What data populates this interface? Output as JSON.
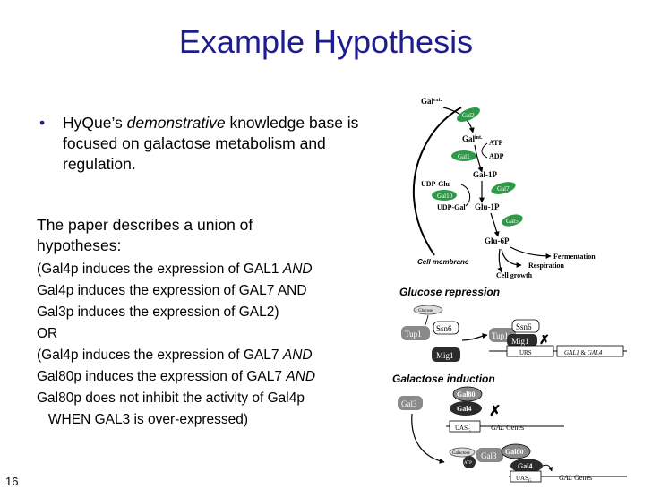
{
  "slide": {
    "title": "Example Hypothesis",
    "bullet": {
      "prefix": "HyQue’s ",
      "emph": "demonstrative",
      "rest": " knowledge base is focused on galactose metabolism and regulation."
    },
    "paper_line1": "The paper describes a union of",
    "paper_line2": "hypotheses:",
    "h1": {
      "text": "(Gal4p induces the expression of GAL1 ",
      "and": "AND"
    },
    "h2": " Gal4p induces the expression of GAL7 AND",
    "h3": " Gal3p induces the expression of GAL2)",
    "or": "OR",
    "h4": {
      "text": "(Gal4p induces the expression of GAL7 ",
      "and": "AND"
    },
    "h5": {
      "text": " Gal80p induces the expression of GAL7 ",
      "and": "AND"
    },
    "h6": " Gal80p does not inhibit the activity of Gal4p",
    "h7": "   WHEN GAL3 is over-expressed)",
    "slide_number": "16"
  },
  "diagram": {
    "gal_ext": "Gal",
    "gal_ext_sup": "ext.",
    "gal_int": "Gal",
    "gal_int_sup": "int.",
    "atp": "ATP",
    "adp": "ADP",
    "gal1p": "Gal-1P",
    "udp_glu": "UDP-Glu",
    "udp_gal": "UDP-Gal",
    "glu1p": "Glu-1P",
    "glu6p": "Glu-6P",
    "fermentation": "Fermentation",
    "respiration": "Respiration",
    "cell_growth": "Cell growth",
    "cell_membrane": "Cell membrane",
    "enzymes": {
      "gal2": "Gal2",
      "gal1": "Gal1",
      "gal7": "Gal7",
      "gal10": "Gal10",
      "gal5": "Gal5"
    },
    "glucose_repression": "Glucose repression",
    "glucose": "Glucose",
    "tup1": "Tup1",
    "ssn6": "Ssn6",
    "mig1": "Mig1",
    "urs": "URS",
    "gal1_gal4_genes_a": "GAL1",
    "gal1_gal4_amp": " & ",
    "gal1_gal4_genes_b": "GAL4",
    "galactose_induction": "Galactose induction",
    "gal3": "Gal3",
    "gal80": "Gal80",
    "gal4": "Gal4",
    "uas": "UAS",
    "uas_sub": "G",
    "gal_genes_italic": "GAL",
    "gal_genes_rest": " Genes",
    "galactose": "Galactose",
    "atp_small": "ATP",
    "colors": {
      "title_blue": "#1d1d8e",
      "enzyme_green": "#2e9a48",
      "protein_grey": "#8a8a8a",
      "dark_protein": "#2b2b2b"
    }
  }
}
